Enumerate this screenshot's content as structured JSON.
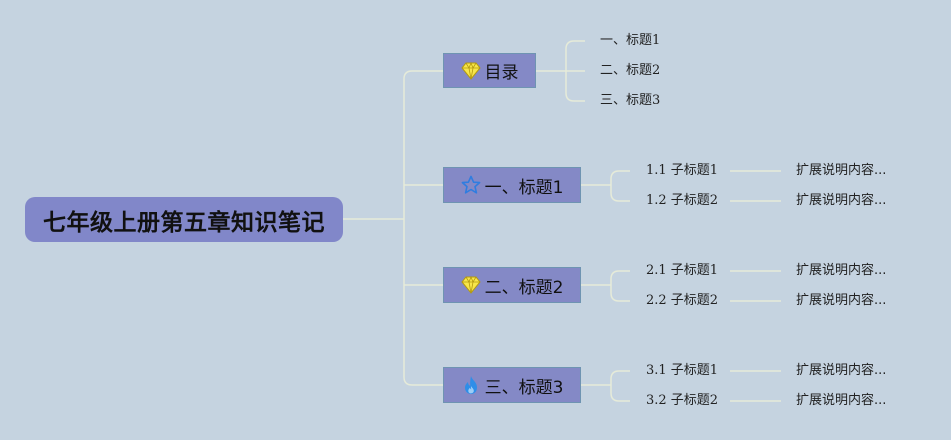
{
  "root": {
    "title": "七年级上册第五章知识笔记"
  },
  "branches": [
    {
      "label": "目录",
      "icon": "diamond-icon",
      "children": [
        {
          "label": "一、标题1"
        },
        {
          "label": "二、标题2"
        },
        {
          "label": "三、标题3"
        }
      ]
    },
    {
      "label": "一、标题1",
      "icon": "star-icon",
      "children": [
        {
          "label": "1.1 子标题1",
          "ext": "扩展说明内容..."
        },
        {
          "label": "1.2 子标题2",
          "ext": "扩展说明内容..."
        }
      ]
    },
    {
      "label": "二、标题2",
      "icon": "diamond-icon",
      "children": [
        {
          "label": "2.1 子标题1",
          "ext": "扩展说明内容..."
        },
        {
          "label": "2.2 子标题2",
          "ext": "扩展说明内容..."
        }
      ]
    },
    {
      "label": "三、标题3",
      "icon": "flame-icon",
      "children": [
        {
          "label": "3.1 子标题1",
          "ext": "扩展说明内容..."
        },
        {
          "label": "3.2 子标题2",
          "ext": "扩展说明内容..."
        }
      ]
    }
  ],
  "colors": {
    "background": "#c5d3e0",
    "root_fill": "#8187c9",
    "branch_fill": "#8489c6",
    "branch_border": "#6f94b2",
    "connector": "#e6ebd9"
  }
}
